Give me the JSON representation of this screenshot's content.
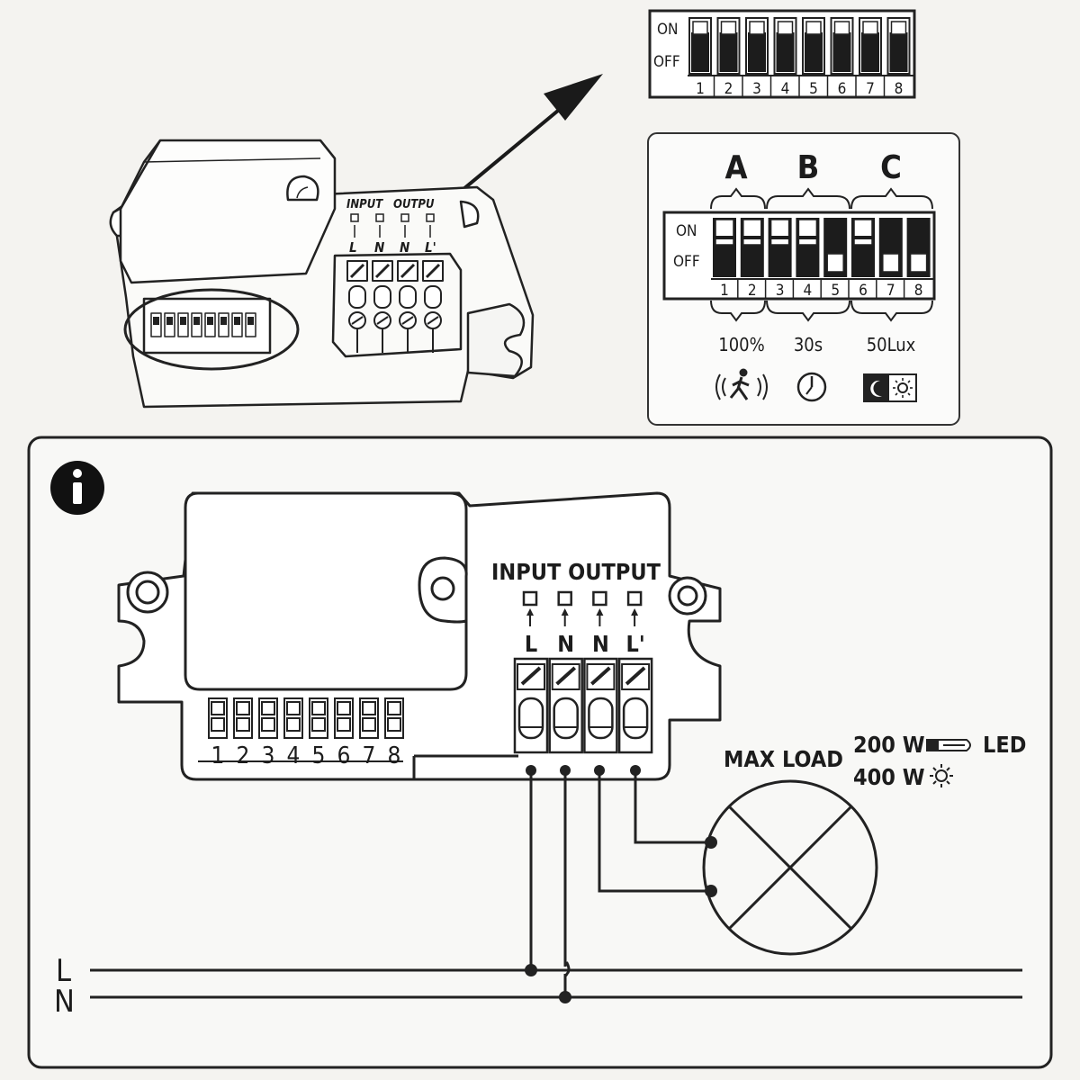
{
  "small_switch": {
    "on_label": "ON",
    "off_label": "OFF",
    "numbers": [
      "1",
      "2",
      "3",
      "4",
      "5",
      "6",
      "7",
      "8"
    ]
  },
  "settings_panel": {
    "groups": [
      {
        "letter": "A",
        "value": "100%",
        "icon": "motion-sensor-icon"
      },
      {
        "letter": "B",
        "value": "30s",
        "icon": "clock-icon"
      },
      {
        "letter": "C",
        "value": "50Lux",
        "icon": "day-night-icon"
      }
    ],
    "on_label": "ON",
    "off_label": "OFF",
    "numbers": [
      "1",
      "2",
      "3",
      "4",
      "5",
      "6",
      "7",
      "8"
    ],
    "switch_states": [
      "OFF",
      "OFF",
      "OFF",
      "OFF",
      "ON",
      "OFF",
      "ON",
      "ON"
    ]
  },
  "device_top": {
    "input_label": "INPUT",
    "output_label": "OUTPU",
    "terminals": [
      "L",
      "N",
      "N",
      "L'"
    ]
  },
  "wiring": {
    "info_icon": "info-icon",
    "header": "INPUT OUTPUT",
    "terminals": [
      "L",
      "N",
      "N",
      "L'"
    ],
    "dip_numbers": [
      "1",
      "2",
      "3",
      "4",
      "5",
      "6",
      "7",
      "8"
    ],
    "max_load_label": "MAX LOAD",
    "loads": [
      {
        "value": "200 W",
        "icon": "led-bulb-icon",
        "type": "LED"
      },
      {
        "value": "400 W",
        "icon": "sun-icon",
        "type": ""
      }
    ],
    "mains": [
      "L",
      "N"
    ]
  }
}
